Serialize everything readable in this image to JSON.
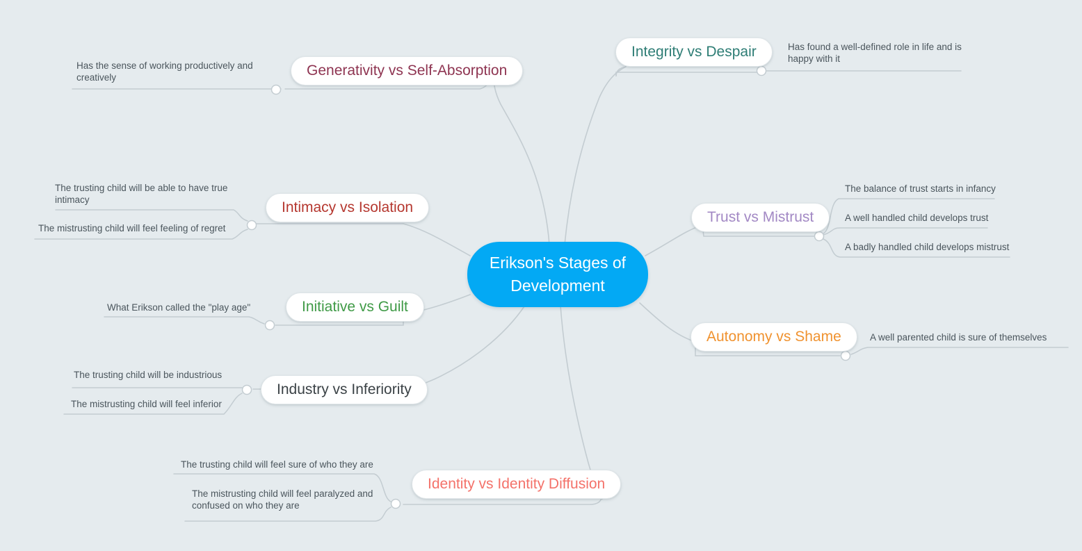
{
  "diagram": {
    "title": "Erikson's Stages of Development",
    "background_color": "#e5ebee",
    "hub_color": "#03a9f4",
    "edge_color": "#c3ccd1"
  },
  "center": {
    "line1": "Erikson's Stages of",
    "line2": "Development"
  },
  "branches": [
    {
      "id": "generativity",
      "label": "Generativity vs Self-Absorption",
      "color": "#8e3451",
      "children": [
        {
          "text": "Has the sense of working productively and creatively"
        }
      ]
    },
    {
      "id": "integrity",
      "label": "Integrity vs Despair",
      "color": "#2e7d75",
      "children": [
        {
          "text": "Has found a well-defined role in life and is happy with it"
        }
      ]
    },
    {
      "id": "intimacy",
      "label": "Intimacy vs Isolation",
      "color": "#b5372f",
      "children": [
        {
          "text": "The trusting child will be able to have true intimacy"
        },
        {
          "text": "The mistrusting child will feel feeling of regret"
        }
      ]
    },
    {
      "id": "trust",
      "label": "Trust vs Mistrust",
      "color": "#a288c4",
      "children": [
        {
          "text": "The balance of trust starts in infancy"
        },
        {
          "text": "A well handled child develops trust"
        },
        {
          "text": "A badly handled child develops mistrust"
        }
      ]
    },
    {
      "id": "initiative",
      "label": "Initiative vs Guilt",
      "color": "#3f9a46",
      "children": [
        {
          "text": "What Erikson called the \"play age\""
        }
      ]
    },
    {
      "id": "autonomy",
      "label": "Autonomy vs Shame",
      "color": "#f0922f",
      "children": [
        {
          "text": "A well parented child is sure of themselves"
        }
      ]
    },
    {
      "id": "industry",
      "label": "Industry vs Inferiority",
      "color": "#3b4246",
      "children": [
        {
          "text": "The trusting child will be industrious"
        },
        {
          "text": "The mistrusting child will feel inferior"
        }
      ]
    },
    {
      "id": "identity",
      "label": "Identity vs Identity Diffusion",
      "color": "#f4726a",
      "children": [
        {
          "text": "The trusting child will feel sure of who they are"
        },
        {
          "text": "The mistrusting child will feel paralyzed and confused on who they are"
        }
      ]
    }
  ]
}
